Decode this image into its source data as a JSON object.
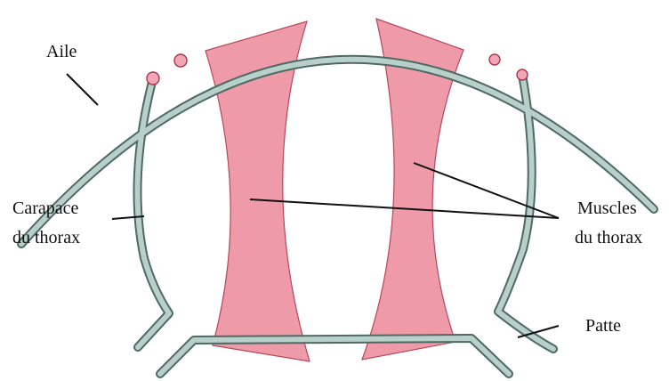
{
  "labels": {
    "wing": "Aile",
    "shell_line1": "Carapace",
    "shell_line2": "du thorax",
    "muscles_line1": "Muscles",
    "muscles_line2": "du thorax",
    "leg": "Patte"
  },
  "colors": {
    "shell_fill": "#b8d0c9",
    "muscle_fill": "#ef9aa8",
    "joint_fill": "#f2a5b4"
  }
}
